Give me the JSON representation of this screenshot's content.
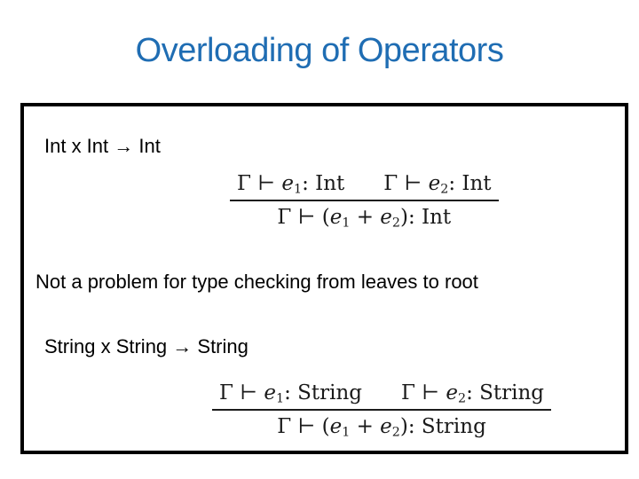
{
  "slide": {
    "title": "Overloading of Operators"
  },
  "content": {
    "int_signature": "Int x Int → Int",
    "note": "Not a problem for type checking from leaves to root",
    "string_signature": "String x String → String",
    "int_rule": {
      "premise1": {
        "ctx": "Γ ⊢ ",
        "var": "e",
        "sub": "1",
        "type": ": Int"
      },
      "premise2": {
        "ctx": "Γ ⊢ ",
        "var": "e",
        "sub": "2",
        "type": ": Int"
      },
      "conclusion": {
        "pre": "Γ ⊢ (",
        "var1": "e",
        "sub1": "1",
        "op": " + ",
        "var2": "e",
        "sub2": "2",
        "post": "): Int"
      }
    },
    "string_rule": {
      "premise1": {
        "ctx": "Γ ⊢ ",
        "var": "e",
        "sub": "1",
        "type": ": String"
      },
      "premise2": {
        "ctx": "Γ ⊢ ",
        "var": "e",
        "sub": "2",
        "type": ": String"
      },
      "conclusion": {
        "pre": "Γ ⊢ (",
        "var1": "e",
        "sub1": "1",
        "op": " + ",
        "var2": "e",
        "sub2": "2",
        "post": "): String"
      }
    }
  },
  "colors": {
    "title_blue": "#1f6db3",
    "box_border": "#000000",
    "body_text": "#000000"
  }
}
